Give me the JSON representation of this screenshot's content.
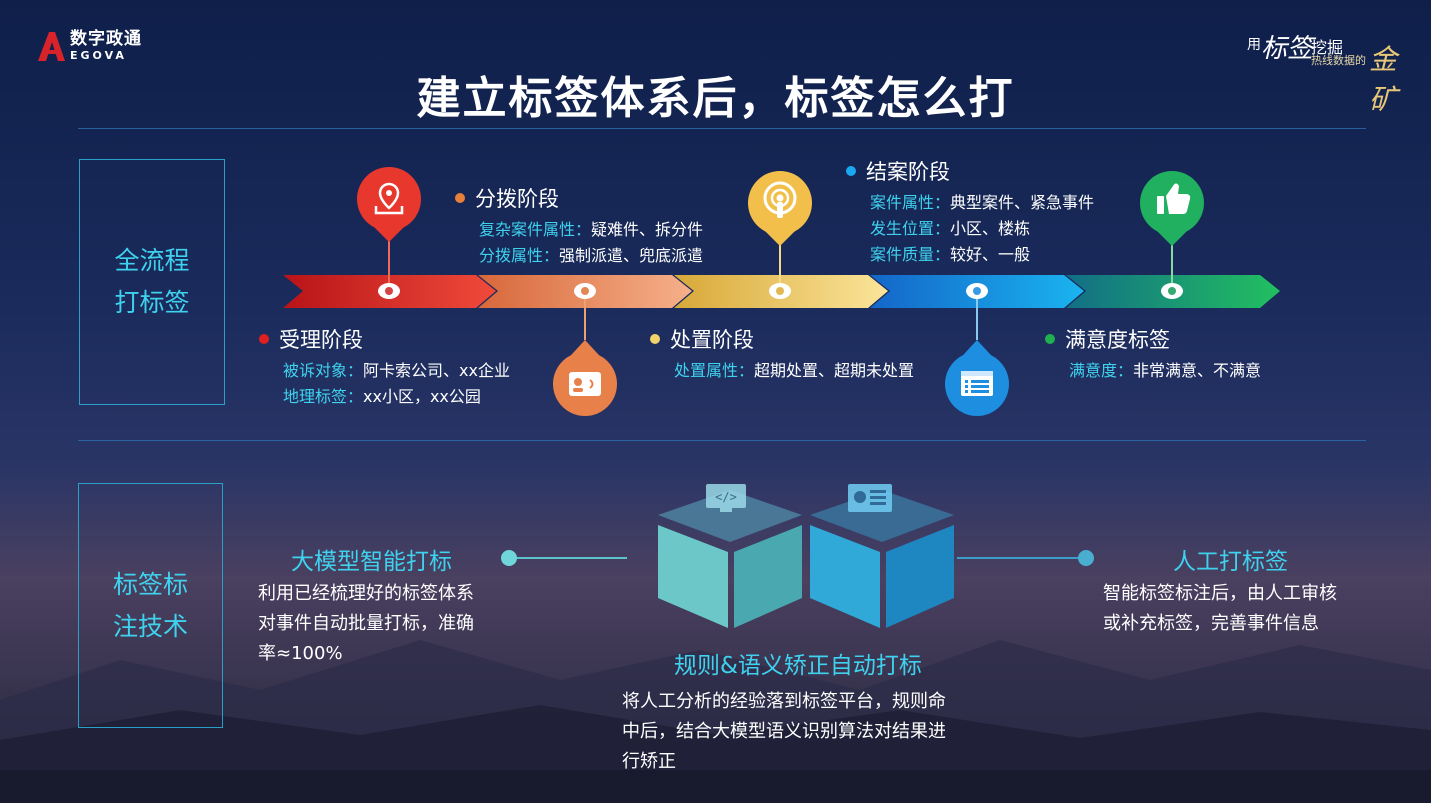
{
  "header": {
    "logo_cn": "数字政通",
    "logo_en": "EGOVA",
    "slogan": {
      "p1": "用",
      "p2": "标签",
      "p3": "挖掘",
      "p4": "热线数据的",
      "p5": "金矿"
    },
    "title": "建立标签体系后，标签怎么打"
  },
  "flow": {
    "side_label_1": "全流程",
    "side_label_2": "打标签",
    "stages": [
      {
        "name": "受理阶段",
        "dot_color": "#e02020",
        "attrs": [
          {
            "k": "被诉对象：",
            "v": "阿卡索公司、xx企业"
          },
          {
            "k": "地理标签：",
            "v": "xx小区，xx公园"
          }
        ]
      },
      {
        "name": "分拨阶段",
        "dot_color": "#e8803a",
        "attrs": [
          {
            "k": "复杂案件属性：",
            "v": "疑难件、拆分件"
          },
          {
            "k": "分拨属性：",
            "v": "强制派遣、兜底派遣"
          }
        ]
      },
      {
        "name": "处置阶段",
        "dot_color": "#f2d36a",
        "attrs": [
          {
            "k": "处置属性：",
            "v": "超期处置、超期未处置"
          }
        ]
      },
      {
        "name": "结案阶段",
        "dot_color": "#1aa8f0",
        "attrs": [
          {
            "k": "案件属性：",
            "v": "典型案件、紧急事件"
          },
          {
            "k": "发生位置：",
            "v": "小区、楼栋"
          },
          {
            "k": "案件质量：",
            "v": "较好、一般"
          }
        ]
      },
      {
        "name": "满意度标签",
        "dot_color": "#20b050",
        "attrs": [
          {
            "k": "满意度：",
            "v": "非常满意、不满意"
          }
        ]
      }
    ],
    "icons": [
      "location-pin-icon",
      "contact-card-icon",
      "podcast-icon",
      "document-list-icon",
      "thumbs-up-icon"
    ]
  },
  "tech": {
    "side_label_1": "标签标",
    "side_label_2": "注技术",
    "left_title": "大模型智能打标",
    "left_desc_1": "利用已经梳理好的标签体系",
    "left_desc_2": "对事件自动批量打标，准确",
    "left_desc_3": "率≈100%",
    "center_title": "规则&语义矫正自动打标",
    "center_desc_1": "将人工分析的经验落到标签平台，规则命",
    "center_desc_2": "中后，结合大模型语义识别算法对结果进",
    "center_desc_3": "行矫正",
    "right_title": "人工打标签",
    "right_desc_1": "智能标签标注后，由人工审核",
    "right_desc_2": "或补充标签，完善事件信息"
  },
  "colors": {
    "accent_cyan": "#3fd2ee",
    "arrow_red": "#e0281e",
    "arrow_orange": "#e88a4a",
    "arrow_yellow": "#f2c85a",
    "arrow_blue": "#1e8ee0",
    "arrow_green": "#20b060"
  }
}
